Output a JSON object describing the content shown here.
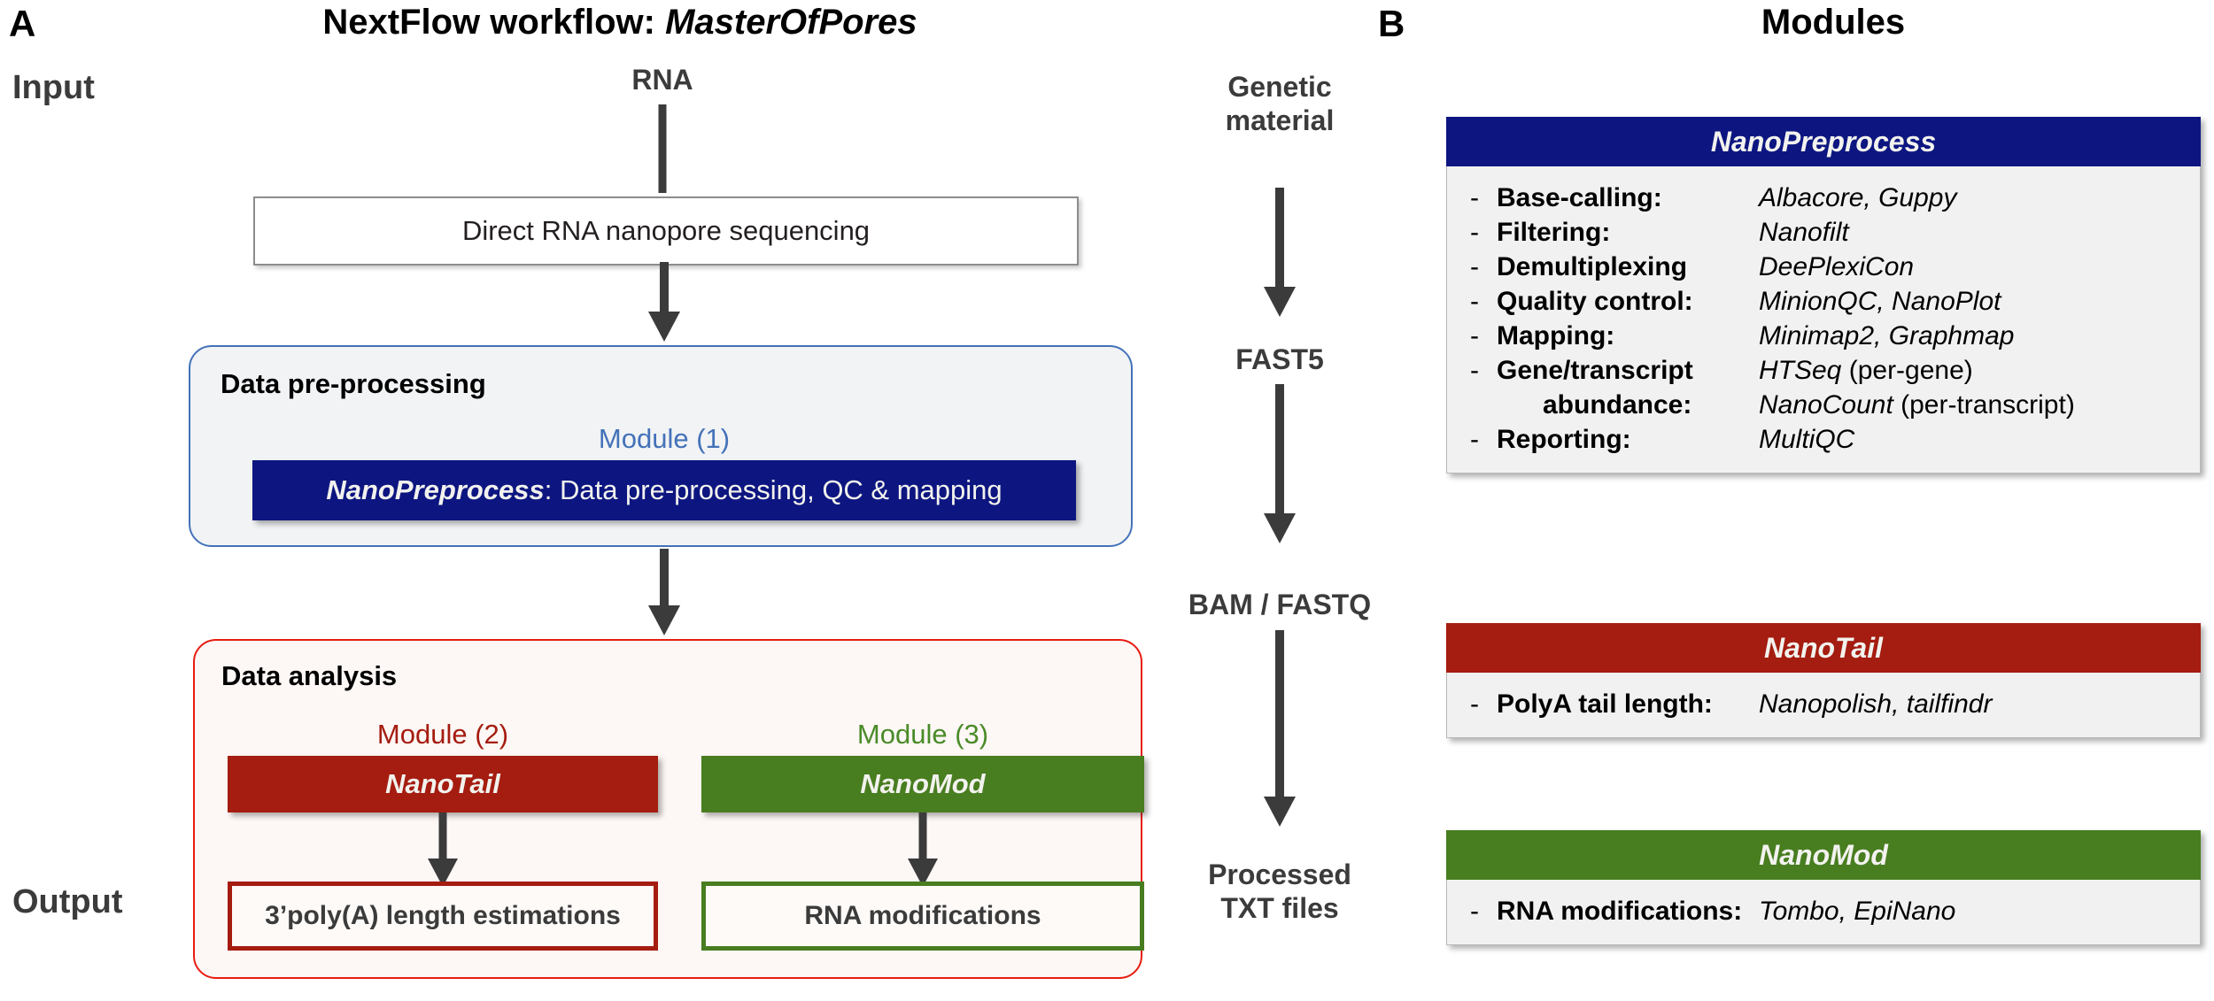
{
  "panels": {
    "a": {
      "letter": "A",
      "title_plain": "NextFlow workflow: ",
      "title_italic": "MasterOfPores"
    },
    "b": {
      "letter": "B",
      "title": "Modules"
    }
  },
  "row_labels": {
    "input": "Input",
    "output": "Output"
  },
  "workflow": {
    "rna_label": "RNA",
    "sequencing_box": "Direct RNA nanopore sequencing",
    "preprocess_group": {
      "title": "Data pre-processing",
      "module_caption": "Module (1)",
      "module_caption_color": "#4472b8",
      "bar_name": "NanoPreprocess",
      "bar_rest": ": Data pre-processing,  QC & mapping",
      "bar_color": "#0d1680",
      "border_color": "#4472b8"
    },
    "analysis_group": {
      "title": "Data analysis",
      "border_color": "#e81c11",
      "branches": [
        {
          "module_caption": "Module (2)",
          "caption_color": "#a51c10",
          "bar_name": "NanoTail",
          "bar_color": "#a51c10",
          "output_text": "3’poly(A) length estimations",
          "output_border": "#a51c10"
        },
        {
          "module_caption": "Module (3)",
          "caption_color": "#4a8b28",
          "bar_name": "NanoMod",
          "bar_color": "#487d20",
          "output_text": "RNA modifications",
          "output_border": "#487d20"
        }
      ]
    }
  },
  "data_flow": {
    "stages": [
      {
        "line1": "Genetic",
        "line2": "material"
      },
      {
        "line1": "FAST5",
        "line2": ""
      },
      {
        "line1": "BAM / FASTQ",
        "line2": ""
      },
      {
        "line1": "Processed",
        "line2": "TXT files"
      }
    ]
  },
  "modules": [
    {
      "name": "NanoPreprocess",
      "color": "#0d1680",
      "rows": [
        {
          "dash": "-",
          "key": "Base-calling:",
          "value": "Albacore, Guppy",
          "indent": false,
          "tail": ""
        },
        {
          "dash": "-",
          "key": "Filtering:",
          "value": "Nanofilt",
          "indent": false,
          "tail": ""
        },
        {
          "dash": "-",
          "key": "Demultiplexing",
          "value": "DeePlexiCon",
          "indent": false,
          "tail": ""
        },
        {
          "dash": "-",
          "key": "Quality control:",
          "value": "MinionQC, NanoPlot",
          "indent": false,
          "tail": ""
        },
        {
          "dash": "-",
          "key": "Mapping:",
          "value": "Minimap2, Graphmap",
          "indent": false,
          "tail": ""
        },
        {
          "dash": "-",
          "key": "Gene/transcript",
          "value": "HTSeq",
          "indent": false,
          "tail": " (per-gene)"
        },
        {
          "dash": "",
          "key": "abundance:",
          "value": "NanoCount",
          "indent": true,
          "tail": " (per-transcript)"
        },
        {
          "dash": "-",
          "key": "Reporting:",
          "value": "MultiQC",
          "indent": false,
          "tail": ""
        }
      ]
    },
    {
      "name": "NanoTail",
      "color": "#a51c10",
      "rows": [
        {
          "dash": "-",
          "key": "PolyA tail length:",
          "value": "Nanopolish, tailfindr",
          "indent": false,
          "tail": ""
        }
      ]
    },
    {
      "name": "NanoMod",
      "color": "#487d20",
      "rows": [
        {
          "dash": "-",
          "key": "RNA modifications:",
          "value": "Tombo, EpiNano",
          "indent": false,
          "tail": ""
        }
      ]
    }
  ]
}
